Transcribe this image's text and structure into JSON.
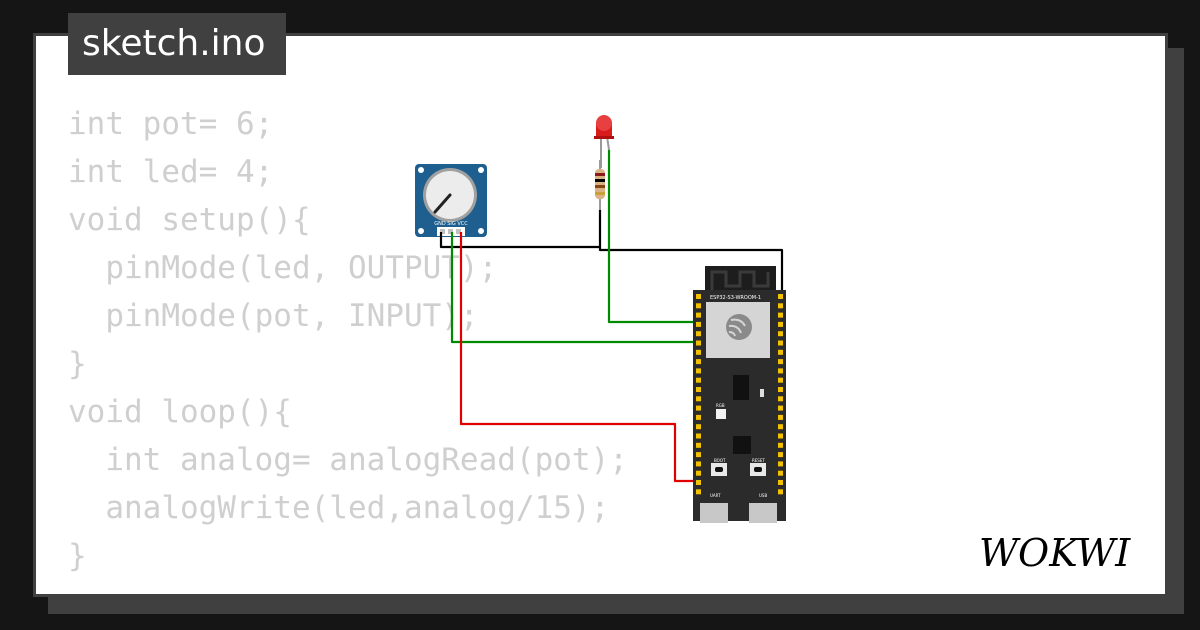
{
  "tab": {
    "title": "sketch.ino"
  },
  "code_lines": [
    "int pot= 6;",
    "int led= 4;",
    "void setup(){",
    "  pinMode(led, OUTPUT);",
    "  pinMode(pot, INPUT);",
    "}",
    "void loop(){",
    "  int analog= analogRead(pot);",
    "  analogWrite(led,analog/15);",
    "}"
  ],
  "board": {
    "label": "ESP32-S3-WROOM-1",
    "boot_label": "BOOT",
    "reset_label": "RESET",
    "uart_label": "UART",
    "usb_label": "USB",
    "rgb_label": "RGB"
  },
  "potentiometer": {
    "pin_labels": "GND SIG VCC"
  },
  "logo": {
    "text": "WOKWI"
  },
  "colors": {
    "frame": "#404040",
    "board": "#2b2b2b",
    "pins": "#f2c200",
    "pot_body": "#1f5f8f",
    "wire_green": "#008a00",
    "wire_red": "#e00000",
    "wire_black": "#000000",
    "led": "#e02020"
  },
  "icons": [
    "espressif-logo-icon",
    "potentiometer-knob-icon",
    "led-icon",
    "resistor-icon"
  ]
}
